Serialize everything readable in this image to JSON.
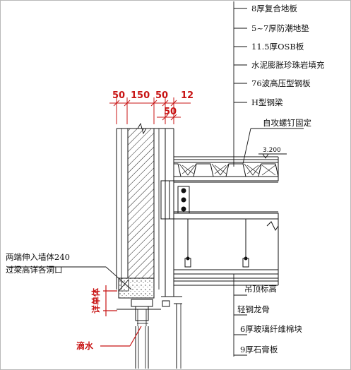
{
  "colors": {
    "line": "#111111",
    "dimension": "#c81414",
    "hatch": "#222222",
    "background": "#ffffff"
  },
  "right_labels": [
    {
      "text": "8厚复合地板"
    },
    {
      "text": "5~7厚防潮地垫"
    },
    {
      "text": "11.5厚OSB板"
    },
    {
      "text": "水泥膨胀珍珠岩填充"
    },
    {
      "text": "76波高压型钢板"
    },
    {
      "text": "H型钢梁"
    }
  ],
  "screw_label": "自攻螺钉固定",
  "elevation": "3.200",
  "bottom_labels": [
    {
      "text": "吊顶标高"
    },
    {
      "text": "轻钢龙骨"
    },
    {
      "text": "6厚玻璃纤维棉块"
    },
    {
      "text": "9厚石膏板"
    }
  ],
  "left_note": {
    "line1": "两端伸入墙体240",
    "line2": "过梁高详各洞口"
  },
  "dimensions": {
    "top": [
      "50",
      "150",
      "50",
      "12"
    ],
    "second": "50"
  },
  "red_labels": {
    "detail": "详单体",
    "drip": "滴水"
  }
}
